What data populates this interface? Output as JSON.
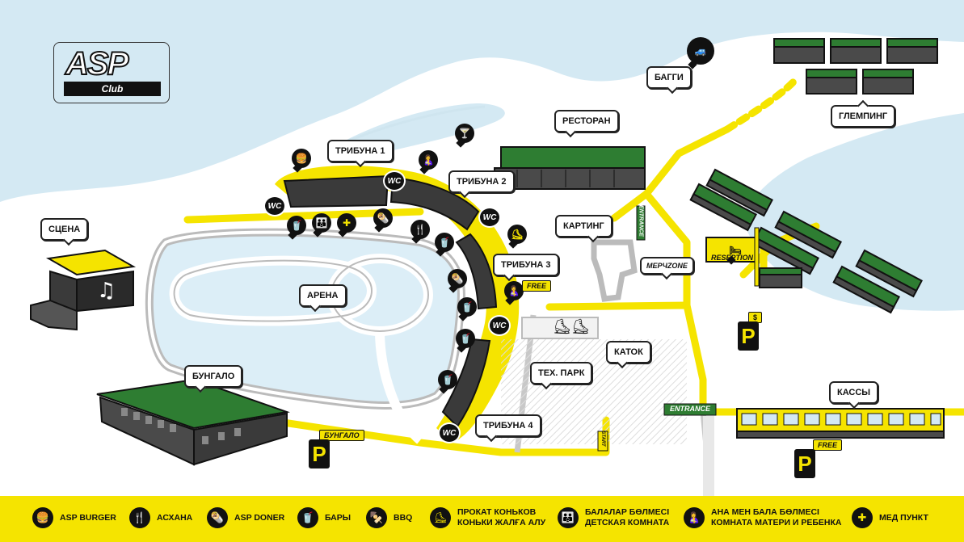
{
  "logo": {
    "brand": "ASP",
    "sub": "Club"
  },
  "places": {
    "scene": "СЦЕНА",
    "arena": "АРЕНА",
    "bungalo": "БУНГАЛО",
    "tribune1": "ТРИБУНА 1",
    "tribune2": "ТРИБУНА 2",
    "tribune3": "ТРИБУНА 3",
    "tribune4": "ТРИБУНА 4",
    "restaurant": "РЕСТОРАН",
    "karting": "КАРТИНГ",
    "katok": "КАТОК",
    "tech_park": "ТЕХ. ПАРК",
    "buggy": "БАГГИ",
    "glamping": "ГЛЕМПИНГ",
    "kassy": "КАССЫ"
  },
  "signs": {
    "wc": "WC",
    "free": "FREE",
    "free_parking": "FREE",
    "paid_parking": "$",
    "bungalo_parking": "БУНГАЛО",
    "parking": "P",
    "reception": "RESEPTION",
    "entrance_main": "ENTRANCE",
    "entrance_karting": "ENTRANCE",
    "start": "START",
    "merch_zone": "МЕРЧZONE"
  },
  "legend": [
    {
      "icon": "burger-icon",
      "glyph": "🍔",
      "label": "ASP BURGER"
    },
    {
      "icon": "fork-knife-icon",
      "glyph": "🍴",
      "label": "АСХАНА"
    },
    {
      "icon": "doner-icon",
      "glyph": "🌯",
      "label": "ASP DONER"
    },
    {
      "icon": "cup-icon",
      "glyph": "🥤",
      "label": "БАРЫ"
    },
    {
      "icon": "bbq-icon",
      "glyph": "🍢",
      "label": "BBQ"
    },
    {
      "icon": "skate-icon",
      "glyph": "⛸",
      "label": "ПРОКАТ КОНЬКОВ",
      "label2": "КОНЬКИ ЖАЛҒА АЛУ"
    },
    {
      "icon": "kids-icon",
      "glyph": "👪",
      "label": "БАЛАЛАР БӨЛМЕСІ",
      "label2": "ДЕТСКАЯ КОМНАТА"
    },
    {
      "icon": "mother-child-icon",
      "glyph": "🤱",
      "label": "АНА МЕН БАЛА БӨЛМЕСІ",
      "label2": "КОМНАТА МАТЕРИ И РЕБЕНКА"
    },
    {
      "icon": "medical-cross-icon",
      "glyph": "✚",
      "label": "МЕД ПУНКТ"
    }
  ],
  "colors": {
    "water": "#d4e9f3",
    "land": "#ffffff",
    "accent": "#f5e400",
    "roof": "#2e7d32",
    "dark": "#111111"
  }
}
